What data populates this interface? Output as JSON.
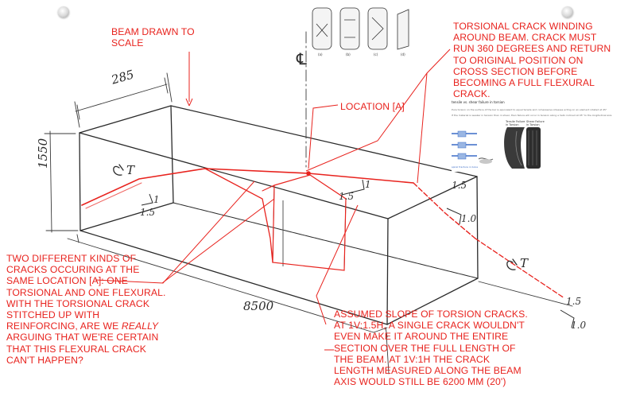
{
  "annotations": {
    "beam_drawn_to_scale": "BEAM DRAWN TO\nSCALE",
    "torsional_crack_winding": "TORSIONAL CRACK WINDING\nAROUND  BEAM.   CRACK MUST\nRUN 360 DEGREES AND RETURN\nTO ORIGINAL POSITION ON\nCROSS SECTION BEFORE\nBECOMING A FULL FLEXURAL\nCRACK.",
    "location_a": "LOCATION [A]",
    "two_kinds_pre": "TWO DIFFERENT KINDS OF\nCRACKS OCCURING AT THE\nSAME LOCATION [A]: ONE\nTORSIONAL AND ONE FLEXURAL.\n WITH THE TORSIONAL CRACK\nSTITCHED UP WITH\nREINFORCING, ARE WE ",
    "two_kinds_emph": "REALLY",
    "two_kinds_post": "\nARGUING THAT WE'RE CERTAIN\nTHAT THIS FLEXURAL CRACK\nCAN'T HAPPEN?",
    "assumed_slope": "ASSUMED SLOPE OF TORSION CRACKS.\nAT 1V:1.5H, A SINGLE CRACK WOULDN'T\nEVEN MAKE IT AROUND THE ENTIRE\nSECTION OVER THE FULL LENGTH OF\nTHE BEAM.  AT 1V:1H THE CRACK\nLENGTH MEASURED ALONG THE BEAM\nAXIS WOULD STILL BE 6200 MM (20')"
  },
  "dimensions": {
    "width": "285",
    "height": "1550",
    "length": "8500",
    "centerline": "℄",
    "torque_left": "T",
    "torque_right": "T",
    "slope_left_v": "1",
    "slope_left_h": "1.5",
    "slope_mid_h": "1.5",
    "slope_mid_v": "1",
    "slope_right_h": "1.5",
    "slope_right_v": "1.0",
    "slope_far_h": "1.5",
    "slope_far_v": "1.0"
  },
  "insert_cylinders": {
    "labels": [
      "(a)",
      "(b)",
      "(c)",
      "(d)"
    ]
  },
  "insert_figure": {
    "heading": "tensile vs. shear failure in torsion",
    "line1": "Pure torsion on the surface of the bar is equivalent to equal tensile and compressive stresses acting on an element rotated at 45°",
    "line2": "If the material is weaker in tension than in shear, then failure will occur in tension along a helix inclined at 45° to the longitudinal axis",
    "cap_tensile": "Tensile Failure\nin Torsion",
    "cap_shear": "Shear Failure\nin Torsion",
    "link": "spiral fracture in bone"
  },
  "colors": {
    "annotation_red": "#e8231e",
    "sketch_ink": "#2a2a2a"
  }
}
